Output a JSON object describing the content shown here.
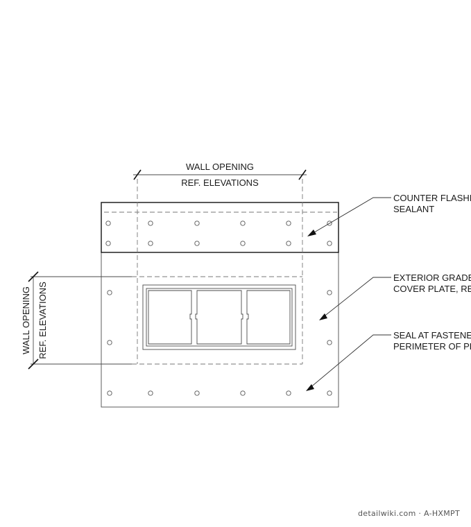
{
  "dimensions": {
    "horizontal": {
      "line1": "WALL OPENING",
      "line2": "REF. ELEVATIONS"
    },
    "vertical": {
      "line1": "WALL OPENING",
      "line2": "REF. ELEVATIONS"
    }
  },
  "callouts": [
    {
      "line1": "COUNTER FLASHING",
      "line2": "SEALANT"
    },
    {
      "line1": "EXTERIOR GRADE E",
      "line2": "COVER PLATE, REF"
    },
    {
      "line1": "SEAL AT FASTENER",
      "line2": "PERIMETER OF PLA"
    }
  ],
  "watermark": "detailwiki.com · A-HXMPT"
}
